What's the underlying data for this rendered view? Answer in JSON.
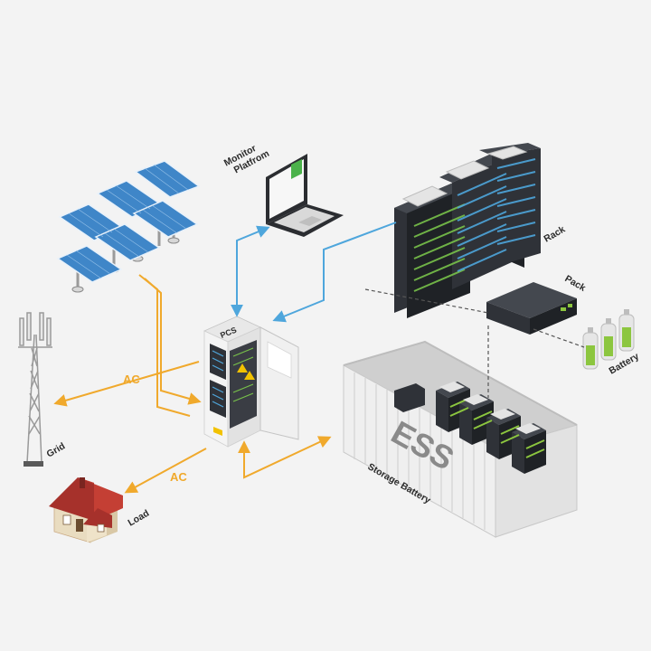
{
  "labels": {
    "monitor": [
      "Monitor",
      "Platfrom"
    ],
    "rack": "Rack",
    "pack": "Pack",
    "battery": "Battery",
    "pcs": "PCS",
    "ess": "ESS",
    "storage": "Storage Battery",
    "grid": "Grid",
    "load": "Load",
    "ac_grid": "AC",
    "ac_load": "AC"
  },
  "colors": {
    "ac_flow": "#f0a92c",
    "data_link": "#4ea6dc",
    "panel": "#3f86c8",
    "rack_body": "#2f3238",
    "battery_green": "#8cc63f",
    "roof": "#a6312b",
    "background": "#f3f3f3"
  }
}
